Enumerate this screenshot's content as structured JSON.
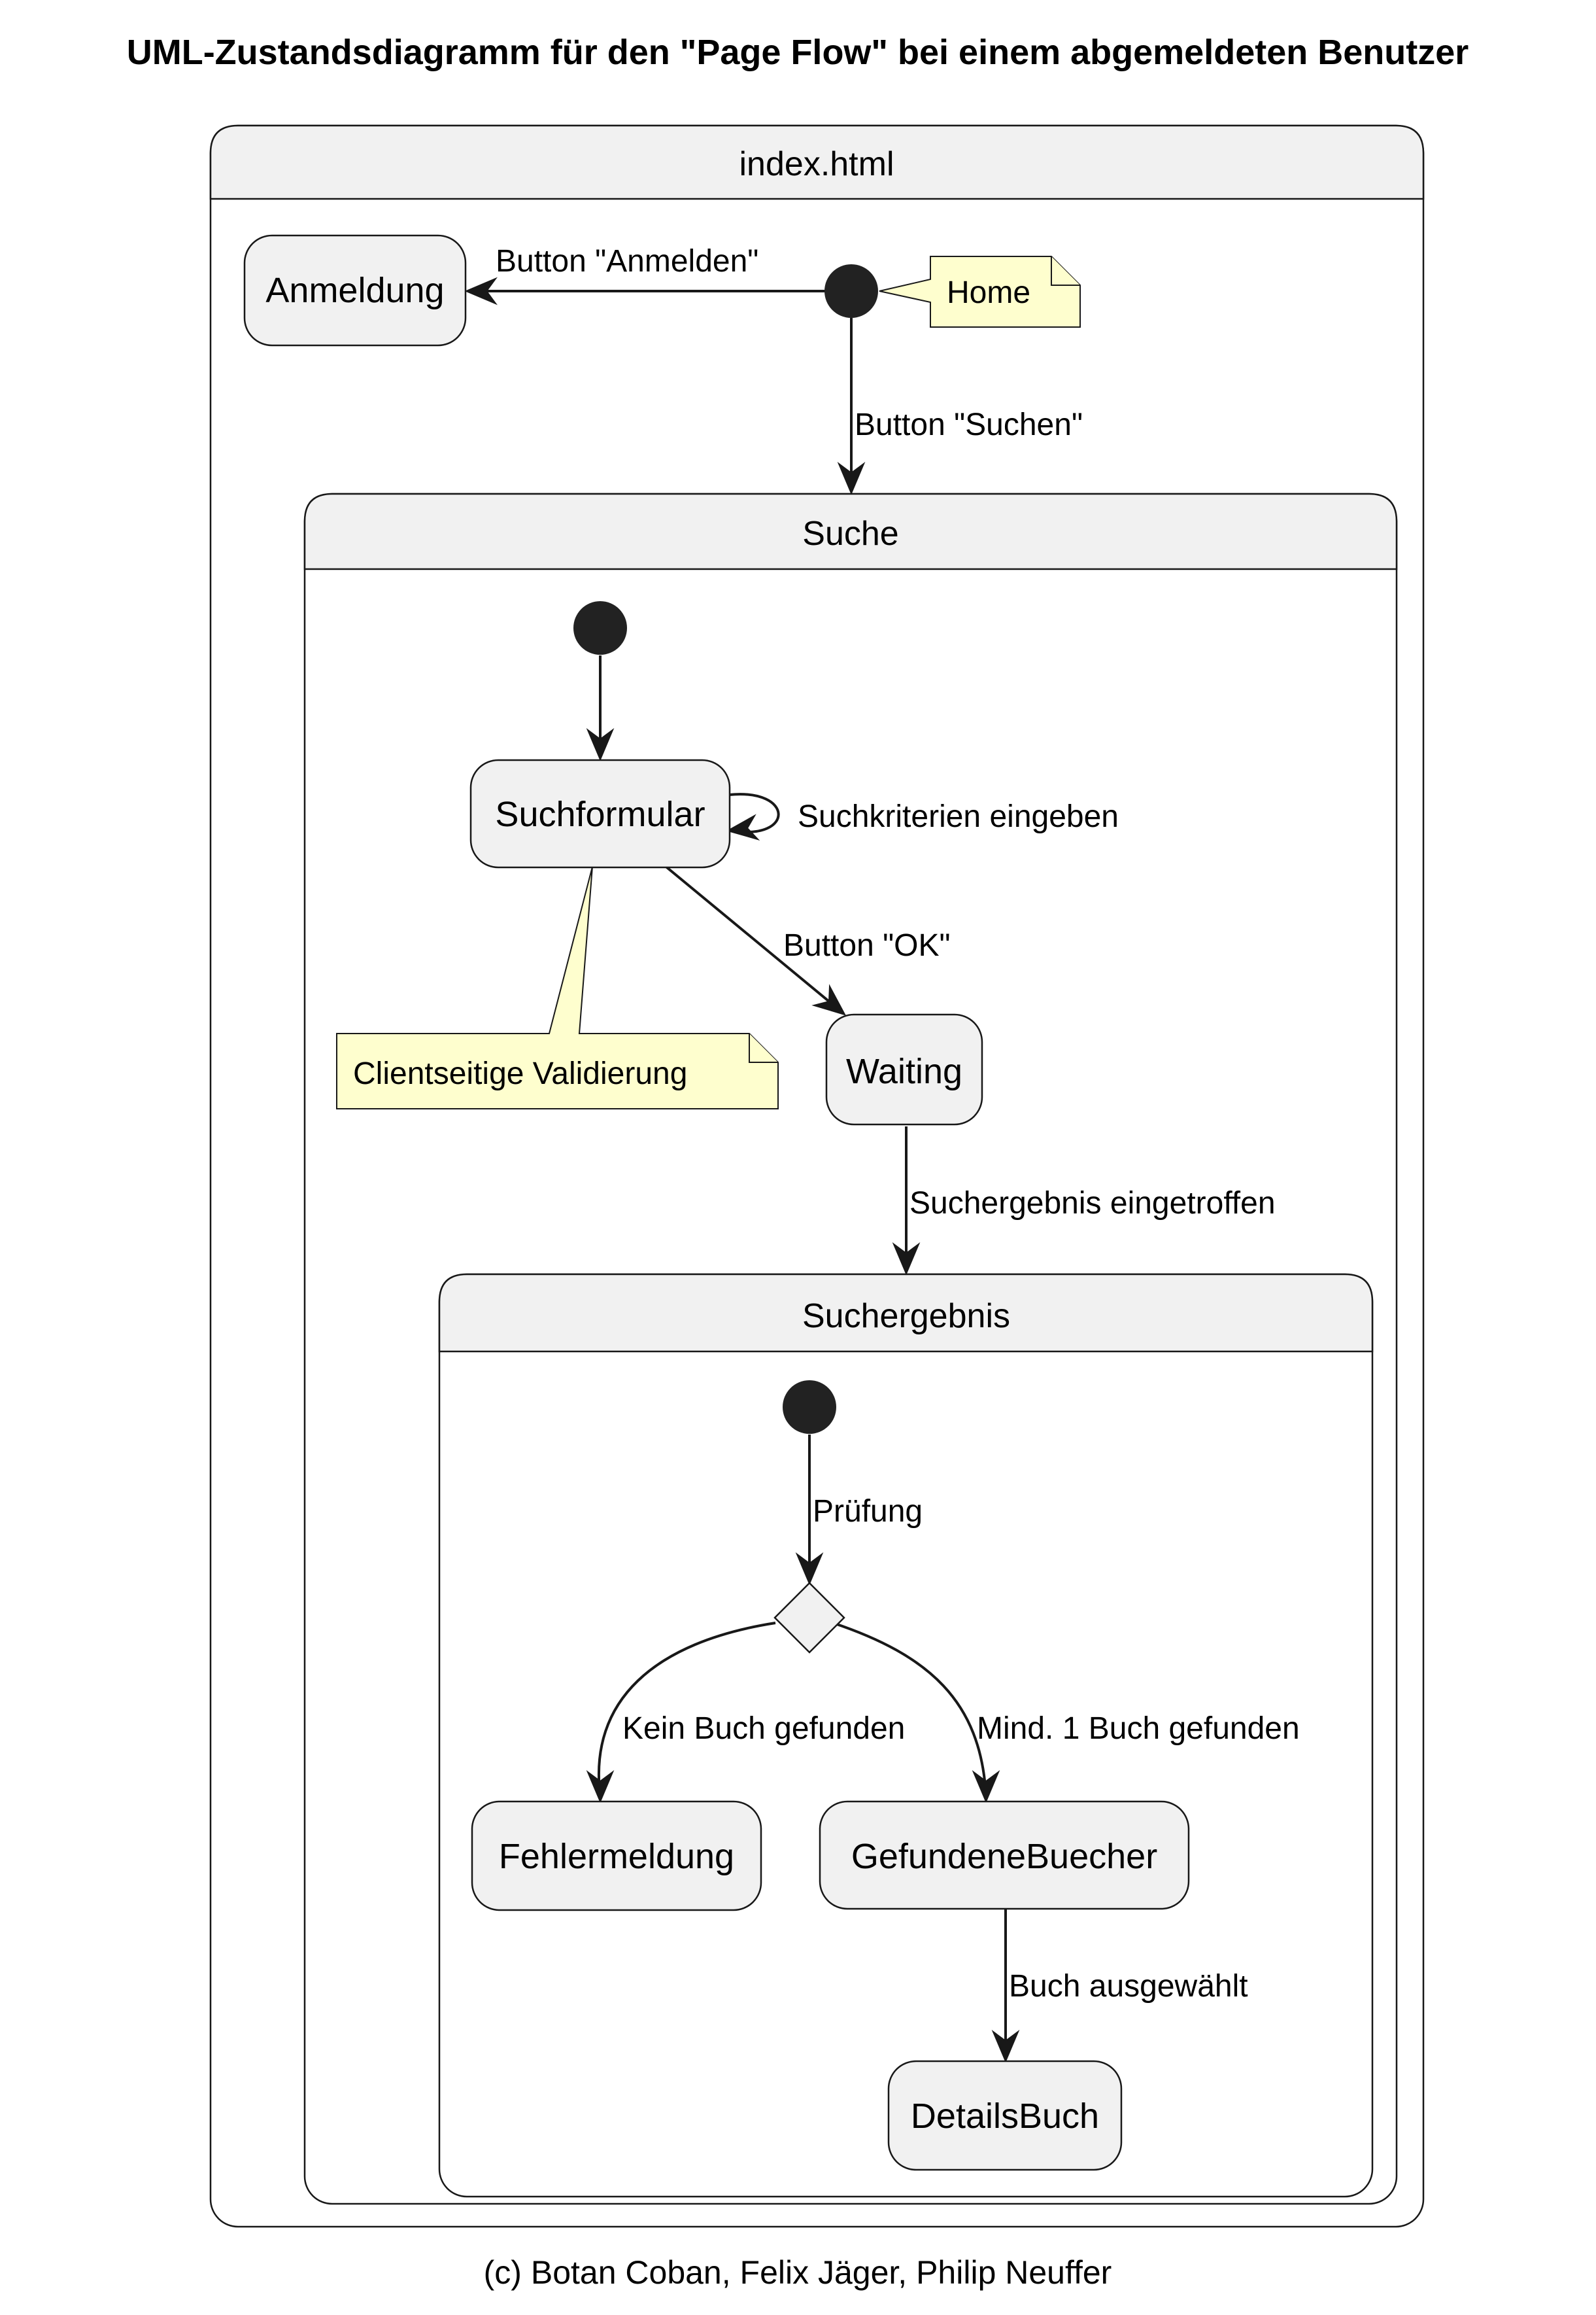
{
  "diagram": {
    "title": "UML-Zustandsdiagramm für den \"Page Flow\" bei einem abgemeldeten Benutzer",
    "footer": "(c) Botan Coban, Felix Jäger, Philip Neuffer",
    "composites": {
      "index": "index.html",
      "suche": "Suche",
      "suchergebnis": "Suchergebnis"
    },
    "states": {
      "anmeldung": "Anmeldung",
      "suchformular": "Suchformular",
      "waiting": "Waiting",
      "fehlermeldung": "Fehlermeldung",
      "gefundene_buecher": "GefundeneBuecher",
      "details_buch": "DetailsBuch"
    },
    "notes": {
      "home": "Home",
      "validierung": "Clientseitige Validierung"
    },
    "transitions": {
      "anmelden": "Button \"Anmelden\"",
      "suchen": "Button \"Suchen\"",
      "kriterien": "Suchkriterien eingeben",
      "ok": "Button \"OK\"",
      "eingetroffen": "Suchergebnis eingetroffen",
      "pruefung": "Prüfung",
      "kein_buch": "Kein Buch gefunden",
      "mind_buch": "Mind. 1 Buch gefunden",
      "ausgewaehlt": "Buch ausgewählt"
    },
    "colors": {
      "state_fill": "#f1f1f1",
      "note_fill": "#fefece",
      "line": "#181818",
      "start": "#222222"
    }
  }
}
